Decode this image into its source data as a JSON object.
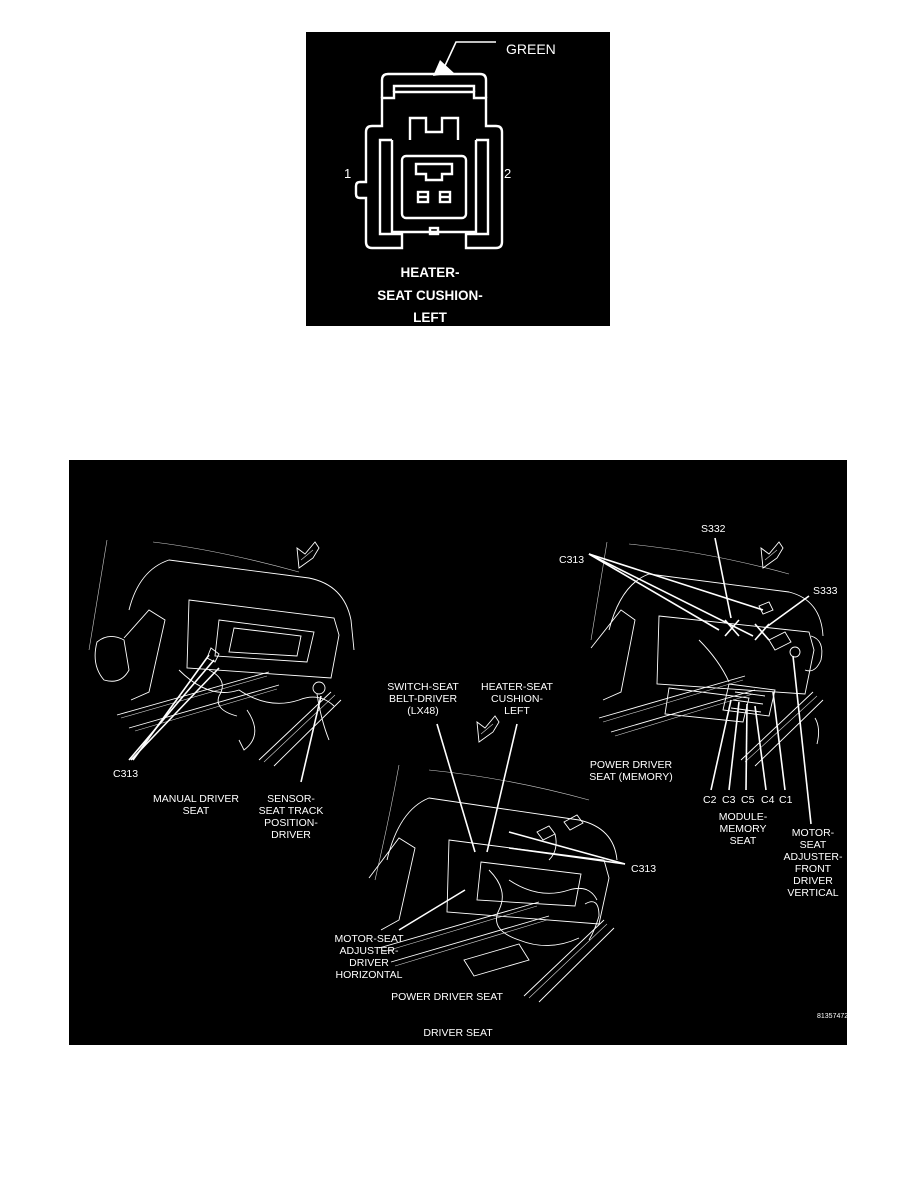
{
  "connector": {
    "color_label": "GREEN",
    "pin_1": "1",
    "pin_2": "2",
    "title_line1": "HEATER-",
    "title_line2": "SEAT CUSHION-",
    "title_line3": "LEFT"
  },
  "seat_diagram": {
    "c313_left": "C313",
    "manual_seat_line1": "MANUAL DRIVER",
    "manual_seat_line2": "SEAT",
    "sensor_line1": "SENSOR-",
    "sensor_line2": "SEAT TRACK",
    "sensor_line3": "POSITION-",
    "sensor_line4": "DRIVER",
    "switch_line1": "SWITCH-SEAT",
    "switch_line2": "BELT-DRIVER",
    "switch_line3": "(LX48)",
    "heater_line1": "HEATER-SEAT",
    "heater_line2": "CUSHION-",
    "heater_line3": "LEFT",
    "c313_center": "C313",
    "motor_h_line1": "MOTOR-SEAT",
    "motor_h_line2": "ADJUSTER-",
    "motor_h_line3": "DRIVER",
    "motor_h_line4": "HORIZONTAL",
    "power_seat": "POWER DRIVER SEAT",
    "c313_right": "C313",
    "s332": "S332",
    "s333": "S333",
    "memory_seat_line1": "POWER DRIVER",
    "memory_seat_line2": "SEAT (MEMORY)",
    "c2": "C2",
    "c3": "C3",
    "c5": "C5",
    "c4": "C4",
    "c1": "C1",
    "module_line1": "MODULE-",
    "module_line2": "MEMORY",
    "module_line3": "SEAT",
    "motor_v_line1": "MOTOR-",
    "motor_v_line2": "SEAT",
    "motor_v_line3": "ADJUSTER-",
    "motor_v_line4": "FRONT",
    "motor_v_line5": "DRIVER",
    "motor_v_line6": "VERTICAL",
    "figure_id": "81357472",
    "caption": "DRIVER SEAT"
  }
}
